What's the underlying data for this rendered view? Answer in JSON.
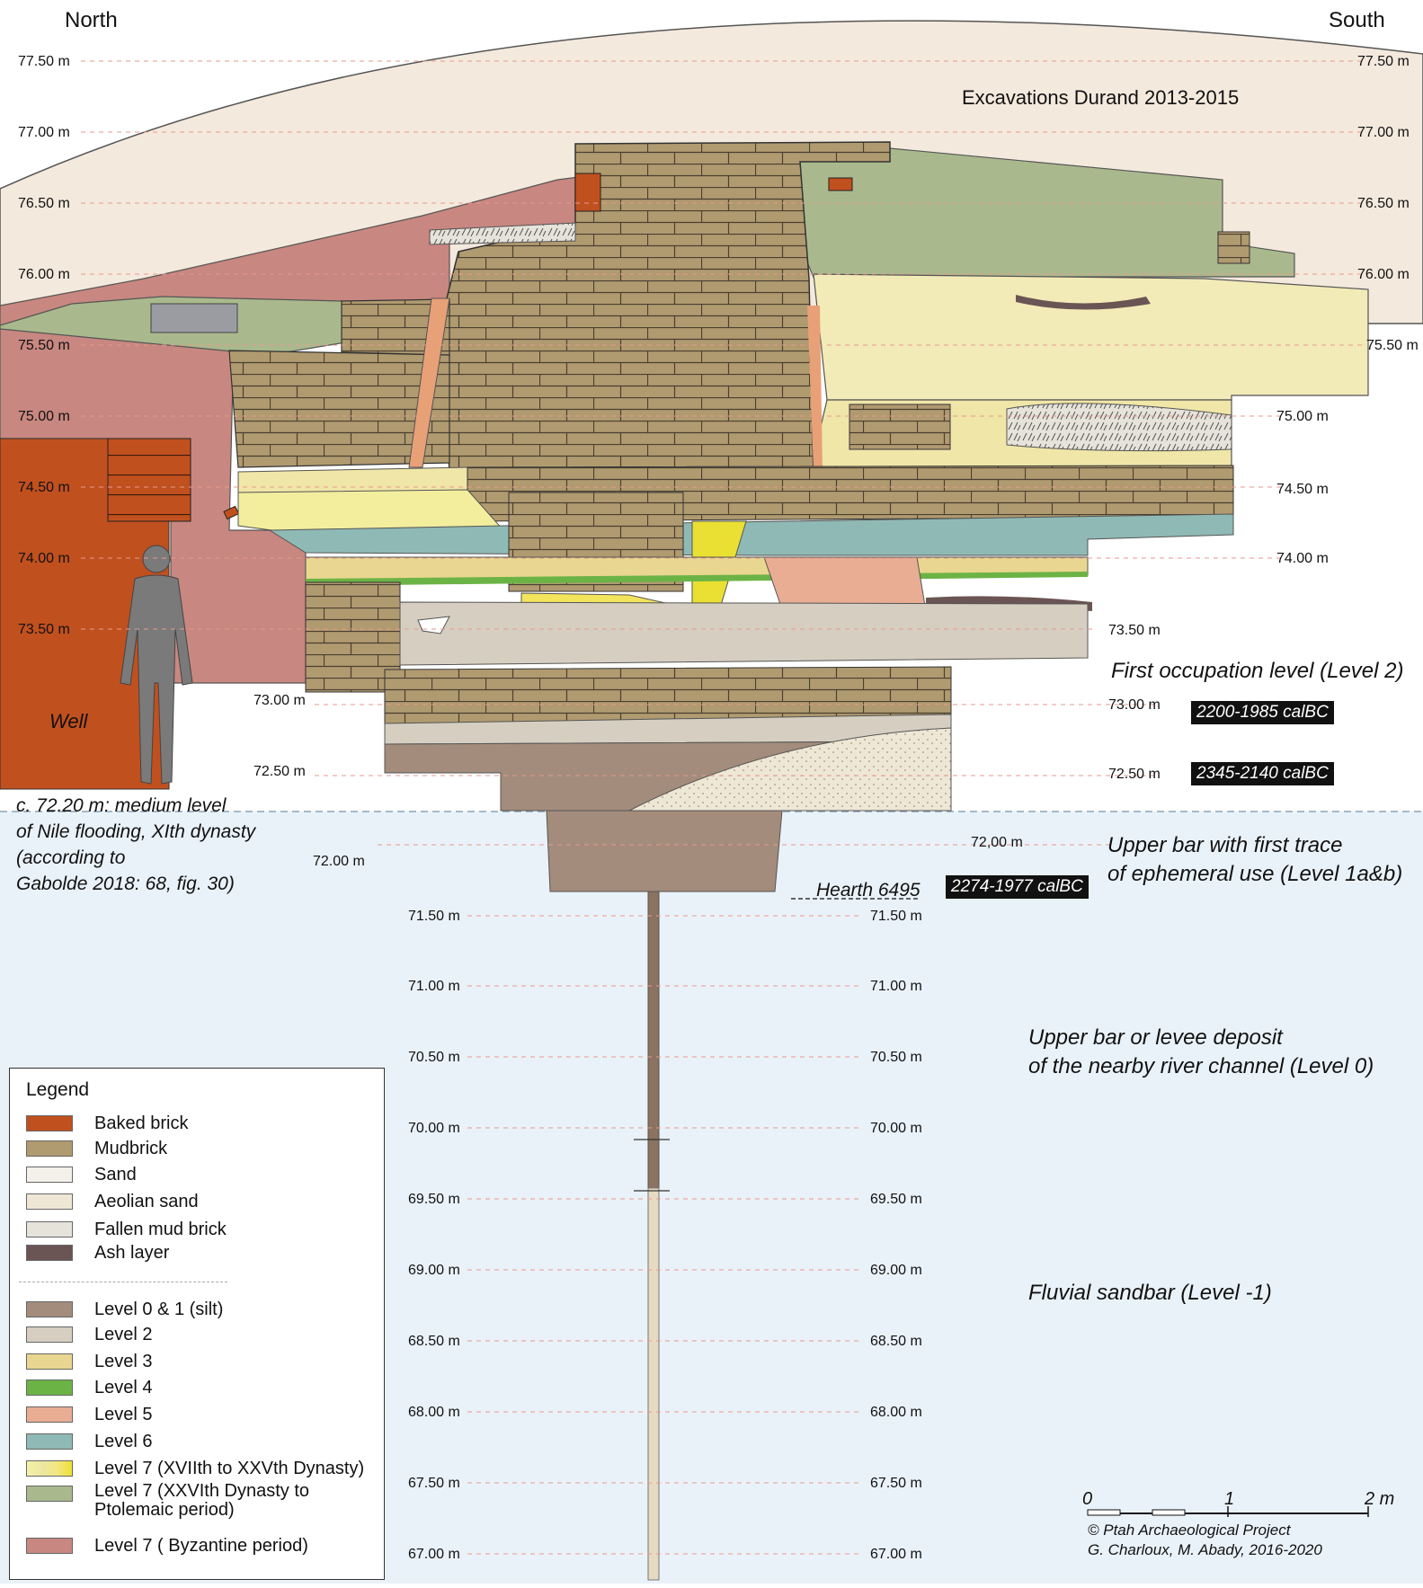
{
  "orientation": {
    "north": "North",
    "south": "South"
  },
  "excavation_label": "Excavations Durand 2013-2015",
  "levels_left": [
    "77.50 m",
    "77.00 m",
    "76.50 m",
    "76.00 m",
    "75.50 m",
    "75.00 m",
    "74.50 m",
    "74.00 m",
    "73.50 m"
  ],
  "levels_right": [
    "77.50 m",
    "77.00 m",
    "76.50 m",
    "76.00 m",
    "75.50 m",
    "75.00 m",
    "74.50 m",
    "74.00 m",
    "73.50 m",
    "73.00 m",
    "72.50 m",
    "72,00 m"
  ],
  "level_730_left": "73.00 m",
  "level_725_left": "72.50 m",
  "level_720_left": "72.00 m",
  "core_levels": [
    "71.50 m",
    "71.00 m",
    "70.50 m",
    "70.00 m",
    "69.50 m",
    "69.00 m",
    "68.50 m",
    "68.00 m",
    "67.50 m",
    "67.00 m"
  ],
  "well_label": "Well",
  "flood_note": [
    "c. 72.20 m: medium level",
    "of Nile flooding, XIth dynasty",
    "(according to",
    "Gabolde 2018: 68, fig. 30)"
  ],
  "hearth_label": "Hearth 6495",
  "dates": {
    "d1": "2200-1985  calBC",
    "d2": "2345-2140 calBC",
    "d3": "2274-1977 calBC"
  },
  "annotations": {
    "first_occupation": "First occupation level (Level 2)",
    "upper_bar": [
      "Upper bar with first trace",
      "of ephemeral use (Level 1a&b)"
    ],
    "levee": [
      "Upper bar or levee deposit",
      "of the nearby river channel (Level 0)"
    ],
    "fluvial": "Fluvial sandbar (Level -1)"
  },
  "scale_bar": {
    "labels": [
      "0",
      "1",
      "2 m"
    ]
  },
  "credits": [
    "© Ptah Archaeological Project",
    "G. Charloux, M. Abady,  2016-2020"
  ],
  "legend": {
    "title": "Legend",
    "materials": [
      {
        "label": "Baked brick",
        "color": "#c1501f"
      },
      {
        "label": "Mudbrick",
        "color": "#b09a70"
      },
      {
        "label": "Sand",
        "color": "#f4f1ea"
      },
      {
        "label": "Aeolian sand",
        "color": "#efe7d6"
      },
      {
        "label": "Fallen mud brick",
        "color": "#e6e3da"
      },
      {
        "label": "Ash layer",
        "color": "#6b5554"
      }
    ],
    "levels": [
      {
        "label": "Level 0 & 1 (silt)",
        "color": "#a38c7b"
      },
      {
        "label": "Level 2",
        "color": "#d6cfc1"
      },
      {
        "label": "Level 3",
        "color": "#e9d690"
      },
      {
        "label": "Level 4",
        "color": "#6cb346"
      },
      {
        "label": "Level 5",
        "color": "#e9ad93"
      },
      {
        "label": "Level 6",
        "color": "#8fb9b4"
      },
      {
        "label": "Level 7 (XVIIth to XXVth Dynasty)",
        "color": "#f0ea8c"
      },
      {
        "label": "Level 7 (XXVIth Dynasty to Ptolemaic period)",
        "color": "#a9b98d"
      },
      {
        "label": "Level 7 ( Byzantine period)",
        "color": "#c88780"
      }
    ]
  }
}
